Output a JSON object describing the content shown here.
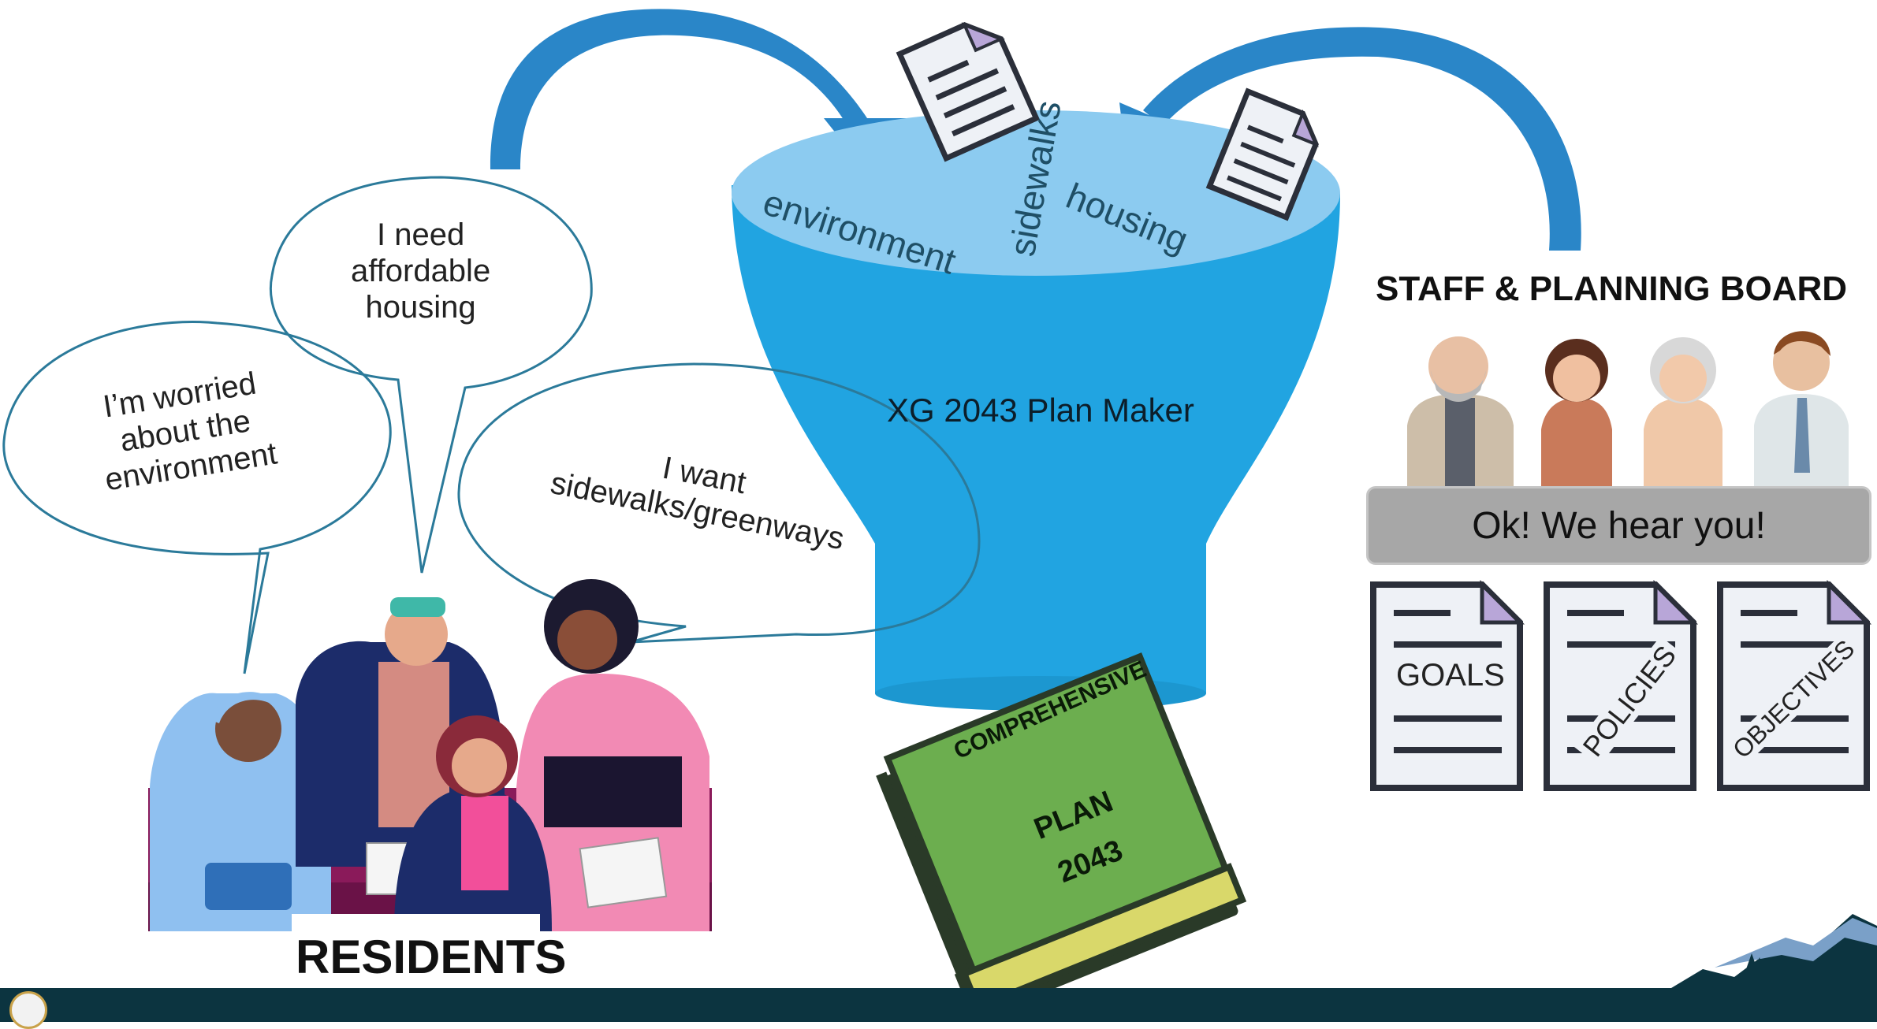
{
  "colors": {
    "arrow": "#2a86c8",
    "funnel": "#21a4e1",
    "funnel_top": "#8ccbf0",
    "book_cover": "#6cae4f",
    "book_spine": "#8aa83c",
    "hear_box": "#a7a7a7",
    "footer": "#0c3440"
  },
  "bubbles": {
    "left": "I’m worried\nabout the\nenvironment",
    "middle": "I need\naffordable\nhousing",
    "right": "I want\nsidewalks/greenways"
  },
  "funnel": {
    "words": {
      "environment": "environment",
      "sidewalks": "sidewalks",
      "housing": "housing"
    },
    "label": "XG 2043 Plan Maker"
  },
  "book": {
    "line1": "COMPREHENSIVE",
    "line2": "PLAN",
    "line3": "2043"
  },
  "staff": {
    "title": "STAFF & PLANNING BOARD",
    "response": "Ok! We hear you!"
  },
  "documents": {
    "goals": "GOALS",
    "policies": "POLICIES",
    "objectives": "OBJECTIVES"
  },
  "residents": {
    "title": "RESIDENTS"
  },
  "icons": [
    "document-icon",
    "curved-arrow-icon",
    "funnel-icon",
    "book-icon",
    "mountain-logo-icon",
    "county-seal-icon",
    "people-illustration"
  ]
}
